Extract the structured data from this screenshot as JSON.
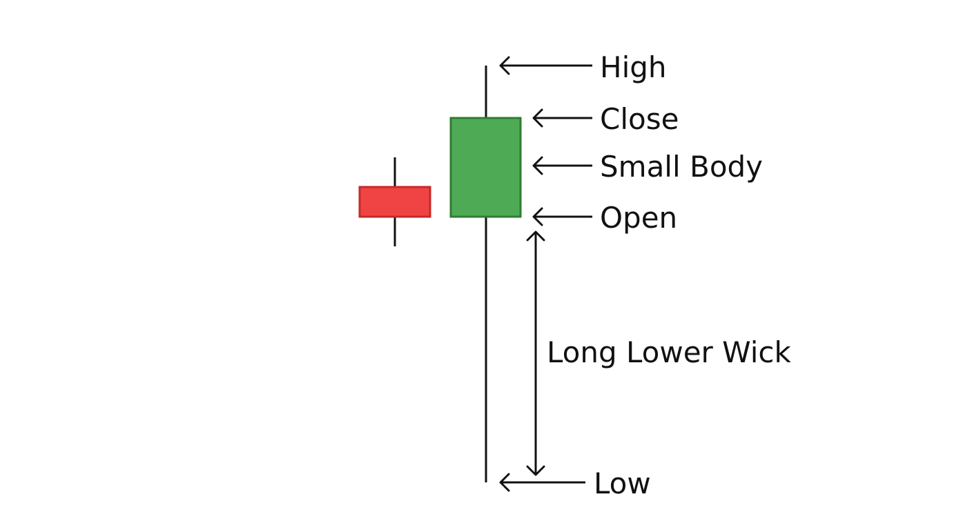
{
  "labels": {
    "high": "High",
    "close": "Close",
    "small_body": "Small Body",
    "open": "Open",
    "long_lower_wick": "Long Lower Wick",
    "low": "Low"
  },
  "colors": {
    "bullish_body_fill": "#4faa55",
    "bullish_body_stroke": "#2e7d32",
    "bearish_body_fill": "#f04444",
    "bearish_body_stroke": "#c62828",
    "ink": "#111111",
    "background": "#ffffff"
  },
  "icons": {
    "pointer_arrow": "arrow-left-icon",
    "span_arrow": "double-headed-vertical-arrow-icon"
  }
}
